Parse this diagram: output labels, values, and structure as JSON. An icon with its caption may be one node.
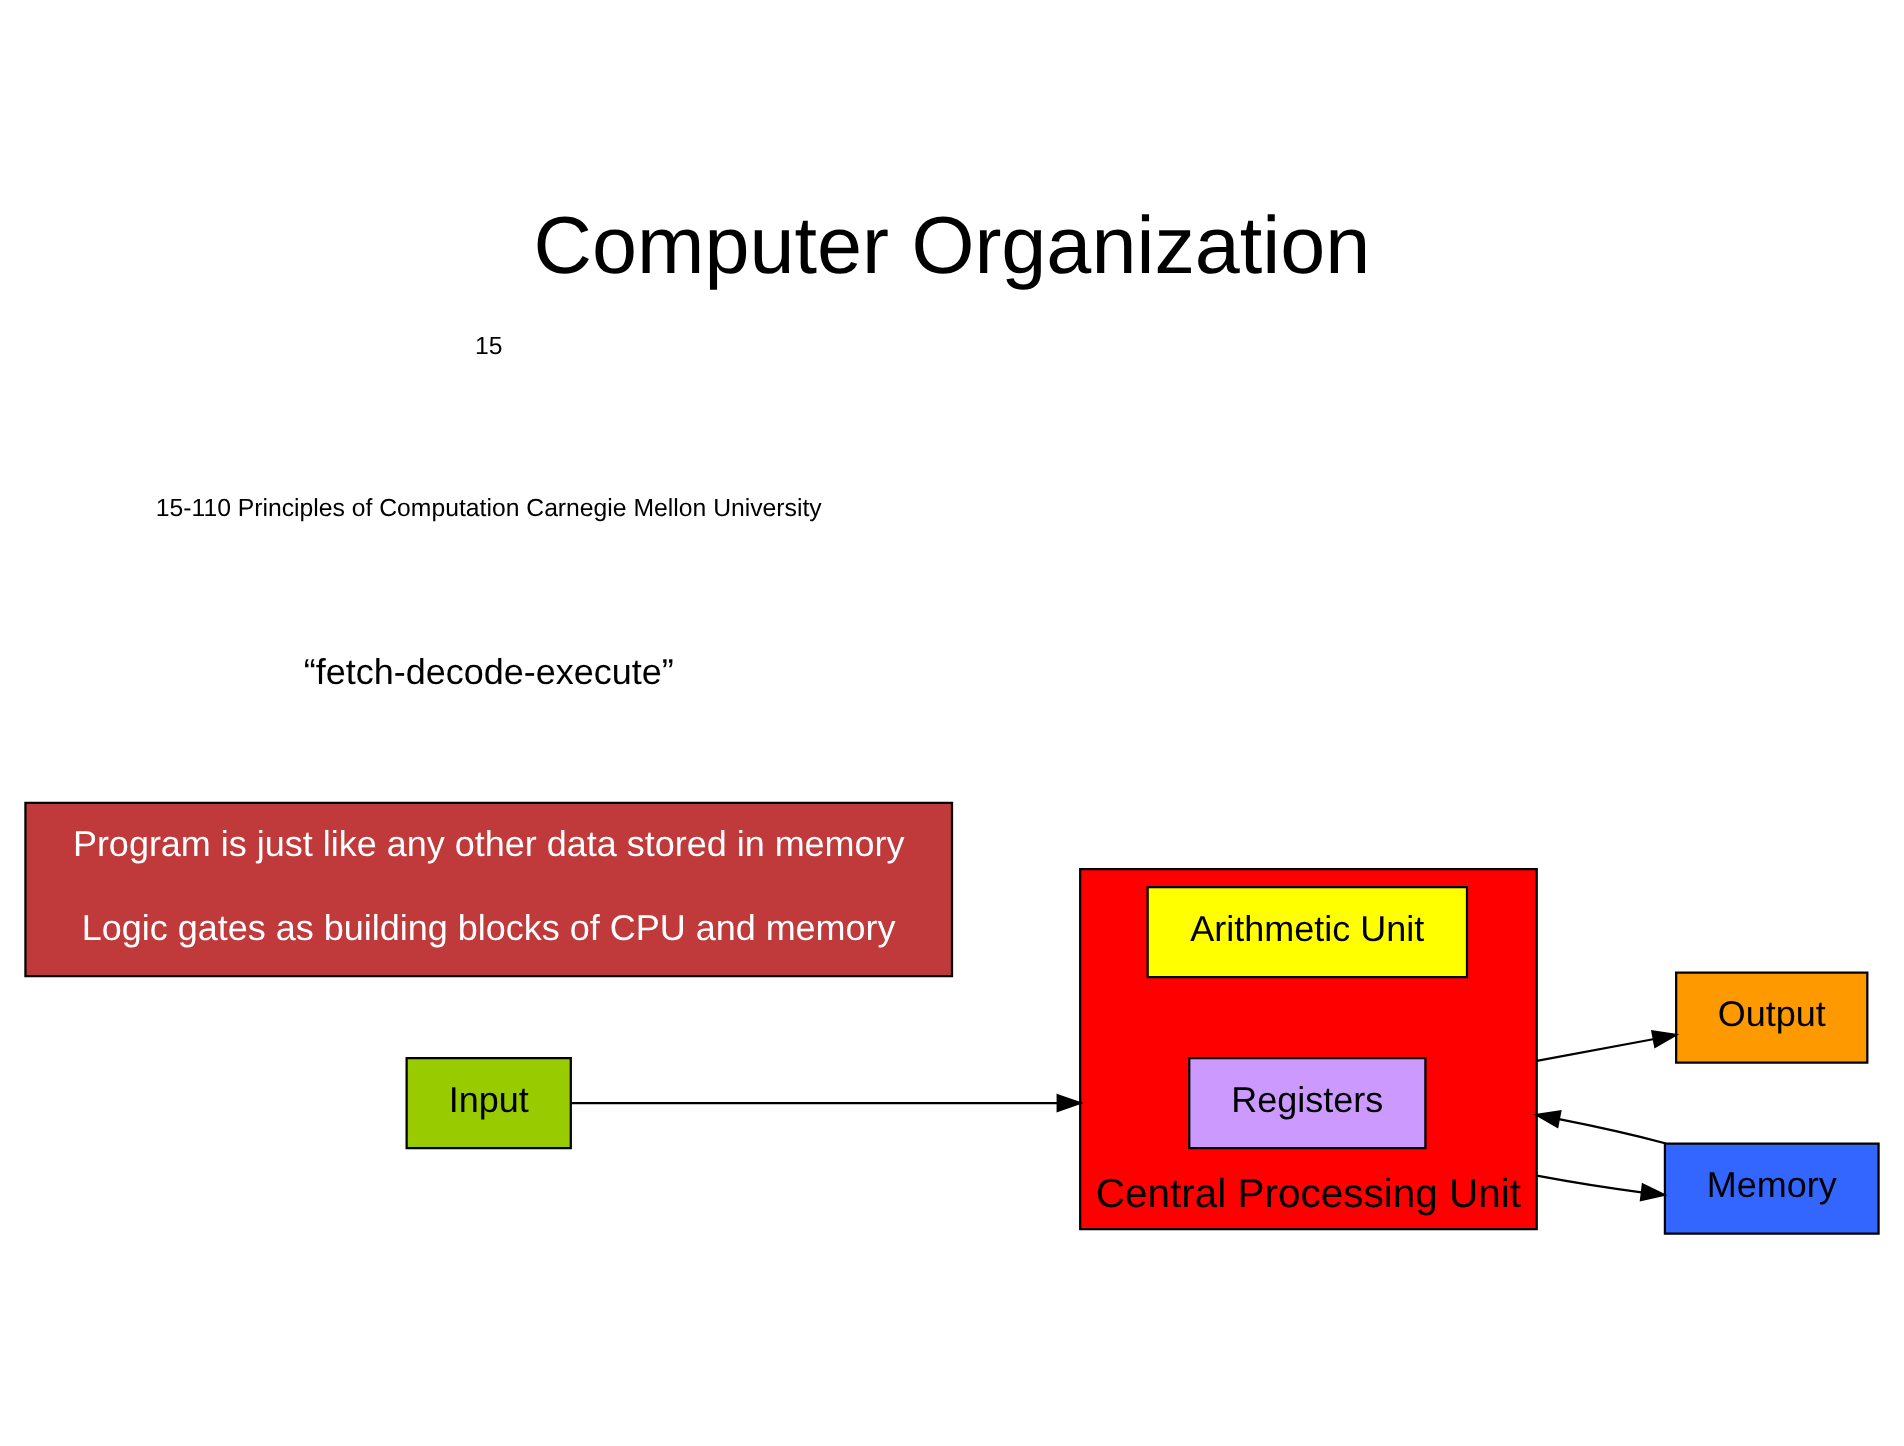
{
  "diagram": {
    "title": "Computer Organization",
    "nodes": [
      {
        "text": [
          "Central Processing Unit"
        ]
      },
      {
        "text": [
          "Arithmetic Unit"
        ],
        "in": 0
      },
      {
        "text": [
          "Registers"
        ],
        "in": 0
      },
      {
        "text": [
          "Input"
        ]
      },
      {
        "text": [
          "Output"
        ]
      },
      {
        "text": [
          "Memory"
        ]
      },
      {
        "text": [
          "Program is just like any other data stored in memory",
          "Logic gates as building blocks of CPU and memory"
        ]
      }
    ],
    "edges": [
      {
        "from": 3,
        "to": 0,
        "arrow": "to"
      },
      {
        "from": 0,
        "to": 4,
        "arrow": "to"
      },
      {
        "from": 0,
        "to": 5,
        "arrow": "to"
      },
      {
        "from": 5,
        "to": 0,
        "arrow": "to"
      }
    ],
    "labels": [
      "“fetch-decode-execute”",
      "15-110 Principles of Computation Carnegie Mellon University",
      "15"
    ]
  }
}
